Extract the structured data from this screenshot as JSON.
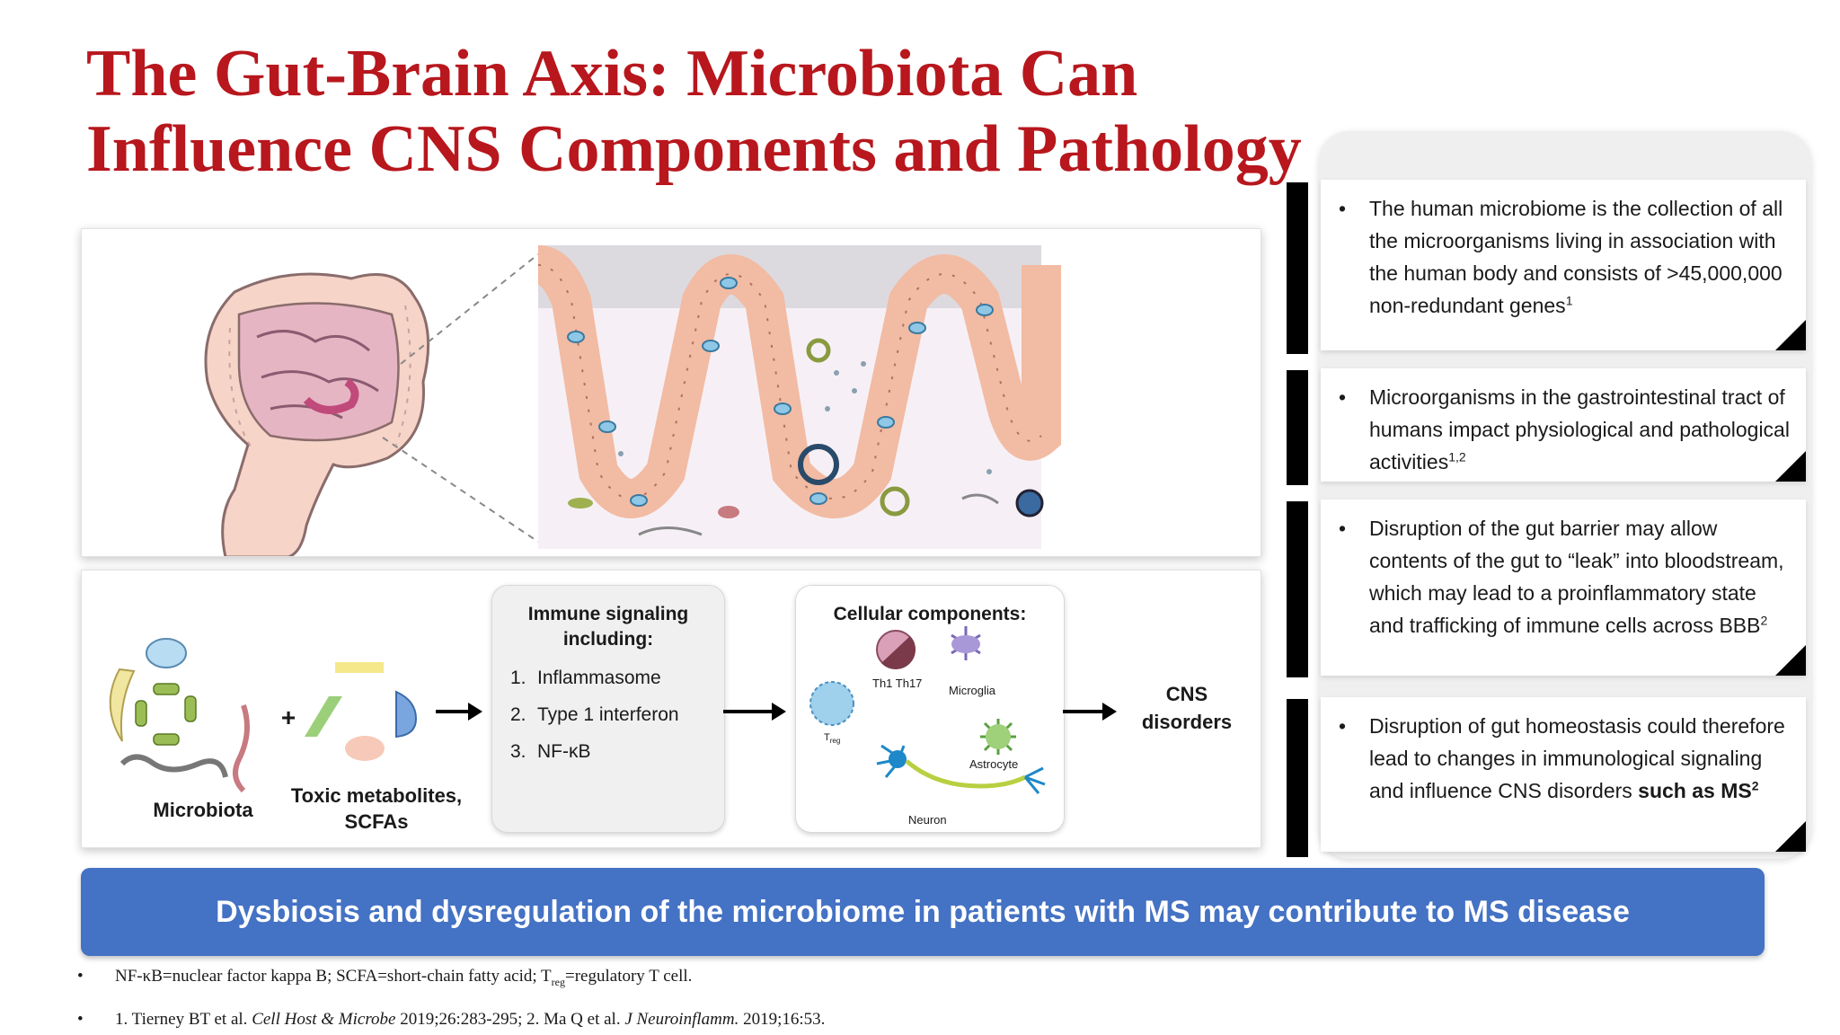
{
  "title": "The Gut-Brain Axis: Microbiota Can Influence CNS Components and Pathology",
  "flow": {
    "microbiota_label": "Microbiota",
    "metabolites_label": "Toxic metabolites, SCFAs",
    "plus": "+",
    "immune_title": "Immune signaling including:",
    "immune_items": [
      {
        "num": "1.",
        "text": "Inflammasome"
      },
      {
        "num": "2.",
        "text": "Type 1 interferon"
      },
      {
        "num": "3.",
        "text": "NF-κB"
      }
    ],
    "cellular_title": "Cellular components:",
    "cells": {
      "th": "Th1  Th17",
      "microglia": "Microglia",
      "treg": "T",
      "treg_sub": "reg",
      "astrocyte": "Astrocyte",
      "neuron": "Neuron"
    },
    "cns_label": "CNS disorders"
  },
  "bullets": {
    "dot": "•",
    "b1": {
      "text": "The human microbiome is the collection of all the microorganisms living in association with the human body and consists of >45,000,000 non-redundant genes",
      "sup": "1"
    },
    "b2": {
      "text": "Microorganisms in the gastrointestinal tract of humans impact physiological and pathological activities",
      "sup": "1,2"
    },
    "b3": {
      "text": "Disruption of the gut barrier may allow contents of the gut to “leak” into bloodstream, which may lead to a proinflammatory state and trafficking of immune cells across BBB",
      "sup": "2"
    },
    "b4": {
      "text": "Disruption of gut homeostasis could therefore lead to changes in immunological signaling and influence CNS disorders",
      "bold": "such as MS",
      "sup": "2"
    }
  },
  "banner": "Dysbiosis and dysregulation of the microbiome in patients with MS may contribute to MS disease",
  "footnotes": {
    "bullet": "•",
    "abbrev_a": "NF-κB=nuclear factor kappa B; SCFA=short-chain fatty acid; T",
    "abbrev_sub": "reg",
    "abbrev_b": "=regulatory T cell.",
    "ref1": "1. Tierney BT et al.",
    "ref1_journal": "Cell Host & Microbe",
    "ref1_rest": "2019;26:283-295; 2. Ma Q et al.",
    "ref2_journal": "J Neuroinflamm.",
    "ref2_rest": "2019;16:53."
  },
  "colors": {
    "title": "#b7171d",
    "banner": "#4472c4",
    "villus": "#f2bba3",
    "goblet": "#8fc7e6"
  }
}
